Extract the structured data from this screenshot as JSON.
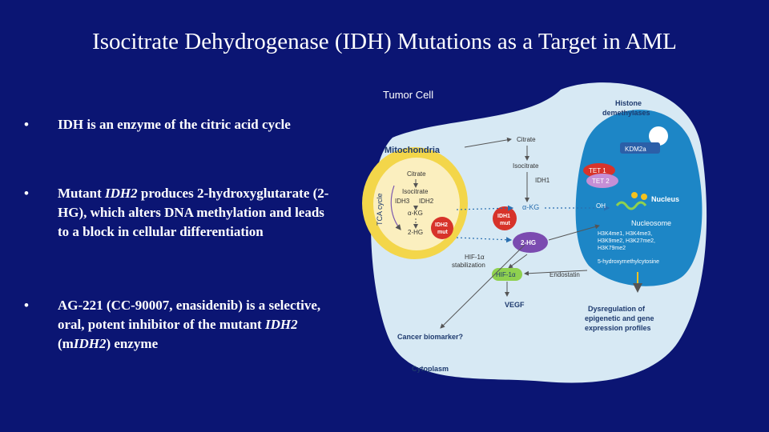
{
  "slide": {
    "title": "Isocitrate Dehydrogenase (IDH) Mutations as a Target in AML",
    "bullets": [
      {
        "parts": [
          {
            "t": "IDH is an enzyme of the citric acid cycle",
            "i": false
          }
        ]
      },
      {
        "parts": [
          {
            "t": "Mutant ",
            "i": false
          },
          {
            "t": "IDH2",
            "i": true
          },
          {
            "t": " produces 2-hydroxyglutarate (2-HG), which alters DNA methylation and leads to a block in cellular differentiation",
            "i": false
          }
        ]
      },
      {
        "parts": [
          {
            "t": "AG-221 (CC-90007, enasidenib) is a selective, oral, potent inhibitor of the mutant ",
            "i": false
          },
          {
            "t": "IDH2",
            "i": true
          },
          {
            "t": " (m",
            "i": false
          },
          {
            "t": "IDH2",
            "i": true
          },
          {
            "t": ") enzyme",
            "i": false
          }
        ]
      }
    ]
  },
  "diagram": {
    "tumor_cell": "Tumor Cell",
    "mitochondria": "Mitochondria",
    "tca_cycle": "TCA cycle",
    "mito_citrate": "Citrate",
    "mito_isocitrate": "Isocitrate",
    "mito_idh3": "IDH3",
    "mito_idh2": "IDH2",
    "mito_akg": "α-KG",
    "mito_2hg": "2-HG",
    "idh2_mut_line1": "IDH2",
    "idh2_mut_line2": "mut",
    "cyto_citrate": "Citrate",
    "cyto_isocitrate": "Isocitrate",
    "cyto_idh1": "IDH1",
    "cyto_akg": "α-KG",
    "idh1_mut_line1": "IDH1",
    "idh1_mut_line2": "mut",
    "cyto_2hg": "2-HG",
    "hif_stab_line1": "HIF-1α",
    "hif_stab_line2": "stabilization",
    "hif": "HIF-1α",
    "endostatin": "Endostatin",
    "vegf": "VEGF",
    "cancer_biomarker": "Cancer biomarker?",
    "cytoplasm": "Cytoplasm",
    "histone_dm_line1": "Histone",
    "histone_dm_line2": "demethylases",
    "kdm2a": "KDM2a",
    "tet1": "TET 1",
    "tet2": "TET 2",
    "nucleus": "Nucleus",
    "oh": "OH",
    "nucleosome": "Nucleosome",
    "histone_marks": [
      "H3K4me1, H3K4me3,",
      "H3K9me2, H3K27me2,",
      "H3K79me2"
    ],
    "hmc": "5-hydroxymethylcytosine",
    "dysreg": [
      "Dysregulation of",
      "epigenetic and gene",
      "expression profiles"
    ]
  }
}
